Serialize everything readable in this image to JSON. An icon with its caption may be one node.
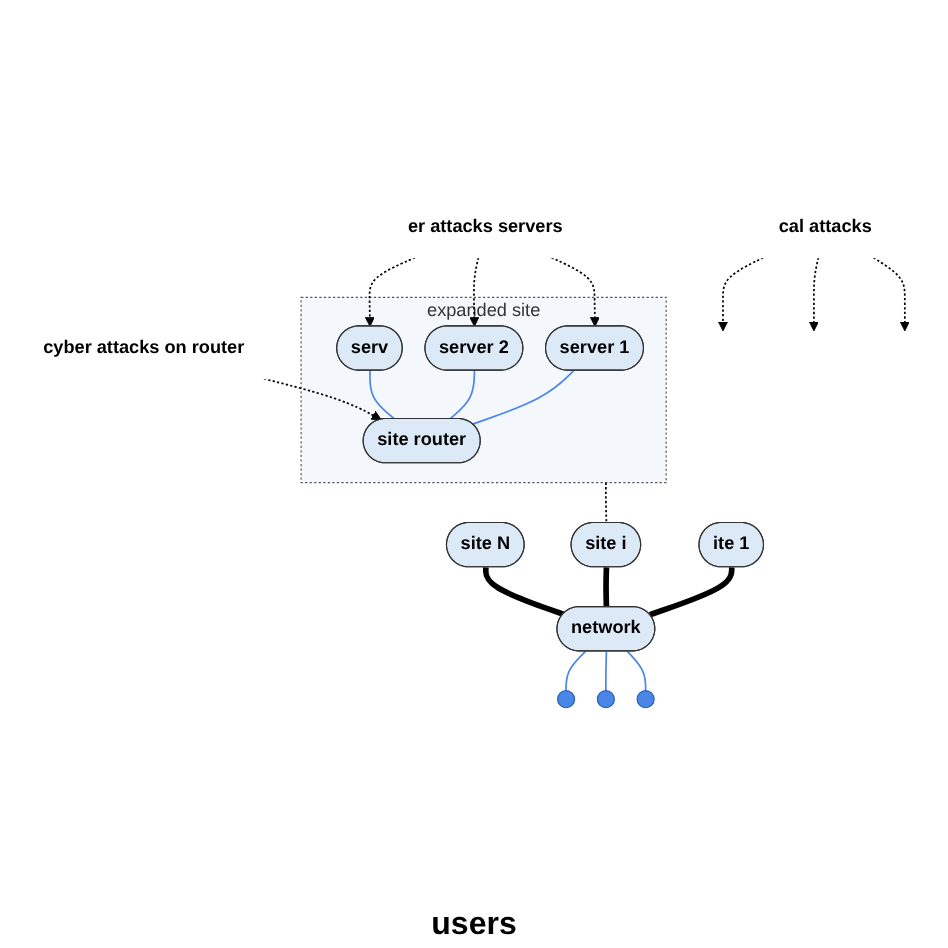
{
  "diagram": {
    "nodes": [
      {
        "text": [
          "expanded site"
        ]
      },
      {
        "text": [
          "er attacks servers"
        ]
      },
      {
        "text": [
          "server 1"
        ],
        "in": 0
      },
      {
        "text": [
          "server 2"
        ],
        "in": 0
      },
      {
        "text": [
          "serv"
        ],
        "in": 0
      },
      {
        "text": [
          "site router"
        ],
        "in": 0
      },
      {
        "text": [
          "cyber attacks on router"
        ]
      },
      {
        "text": [
          "ite 1"
        ]
      },
      {
        "text": [
          "site i"
        ]
      },
      {
        "text": [
          "site N"
        ]
      },
      {
        "text": [
          "cal attacks"
        ]
      },
      {
        "text": [
          "network"
        ]
      },
      {
        "text": [],
        "shape": "circle"
      },
      {
        "text": [],
        "shape": "circle"
      },
      {
        "text": [],
        "shape": "circle"
      }
    ],
    "edges": [
      {
        "from": 1,
        "to": 2,
        "arrow": "to",
        "style": "dashed"
      },
      {
        "from": 1,
        "to": 3,
        "arrow": "to",
        "style": "dashed"
      },
      {
        "from": 1,
        "to": 4,
        "arrow": "to",
        "style": "dashed"
      },
      {
        "from": 2,
        "to": 5,
        "arrow": "none",
        "color": "#4a86e8"
      },
      {
        "from": 3,
        "to": 5,
        "arrow": "none",
        "color": "#4a86e8"
      },
      {
        "from": 4,
        "to": 5,
        "arrow": "none",
        "color": "#4a86e8"
      },
      {
        "from": 6,
        "to": 5,
        "arrow": "to",
        "style": "dashed"
      },
      {
        "from": 0,
        "to": 8,
        "arrow": "none",
        "style": "dashed"
      },
      {
        "from": 7,
        "to": 11,
        "arrow": "none",
        "style": "thick"
      },
      {
        "from": 8,
        "to": 11,
        "arrow": "none",
        "style": "thick"
      },
      {
        "from": 9,
        "to": 11,
        "arrow": "none",
        "style": "thick"
      },
      {
        "from": 10,
        "to": null,
        "arrow": "to",
        "style": "dashed"
      },
      {
        "from": 10,
        "to": null,
        "arrow": "to",
        "style": "dashed"
      },
      {
        "from": 10,
        "to": null,
        "arrow": "to",
        "style": "dashed"
      },
      {
        "from": 11,
        "to": 12,
        "arrow": "none",
        "color": "#4a86e8"
      },
      {
        "from": 11,
        "to": 13,
        "arrow": "none",
        "color": "#4a86e8"
      },
      {
        "from": 11,
        "to": 14,
        "arrow": "none",
        "color": "#4a86e8"
      }
    ],
    "labels": [
      "users"
    ]
  }
}
